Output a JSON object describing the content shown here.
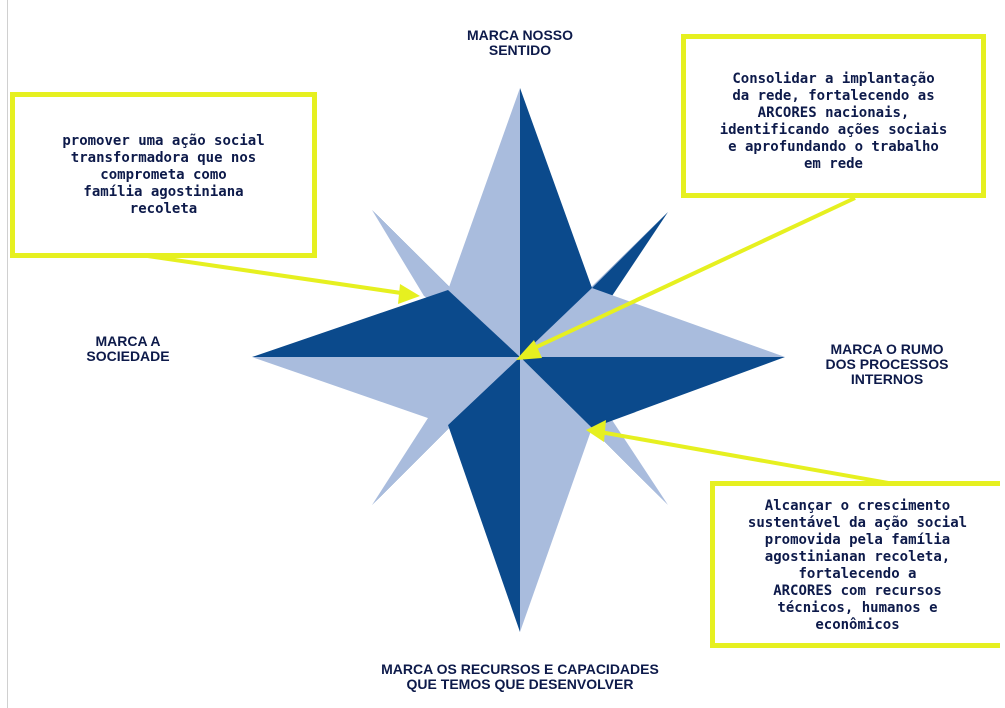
{
  "compass": {
    "north_label": "MARCA NOSSO\nSENTIDO",
    "west_label": "MARCA A\nSOCIEDADE",
    "east_label": "MARCA O RUMO\nDOS PROCESSOS\nINTERNOS",
    "south_label": "MARCA OS RECURSOS E CAPACIDADES\nQUE TEMOS QUE DESENVOLVER"
  },
  "callouts": {
    "left": "promover uma ação social\ntransformadora que nos\ncomprometa como\nfamília agostiniana\nrecoleta",
    "top_right": "Consolidar a implantação\nda rede, fortalecendo as\nARCORES nacionais,\nidentificando ações sociais\ne aprofundando o trabalho\nem rede",
    "bottom_right": "Alcançar o crescimento\nsustentável da ação social\npromovida pela família\nagostinianan recoleta,\nfortalecendo a\nARCORES com recursos\ntécnicos, humanos e\neconômicos"
  },
  "colors": {
    "dark_blue": "#0b4a8c",
    "light_blue": "#a9bcdd",
    "callout_border": "#e6f020",
    "arrow": "#e6f020",
    "text": "#0d1a4a"
  }
}
